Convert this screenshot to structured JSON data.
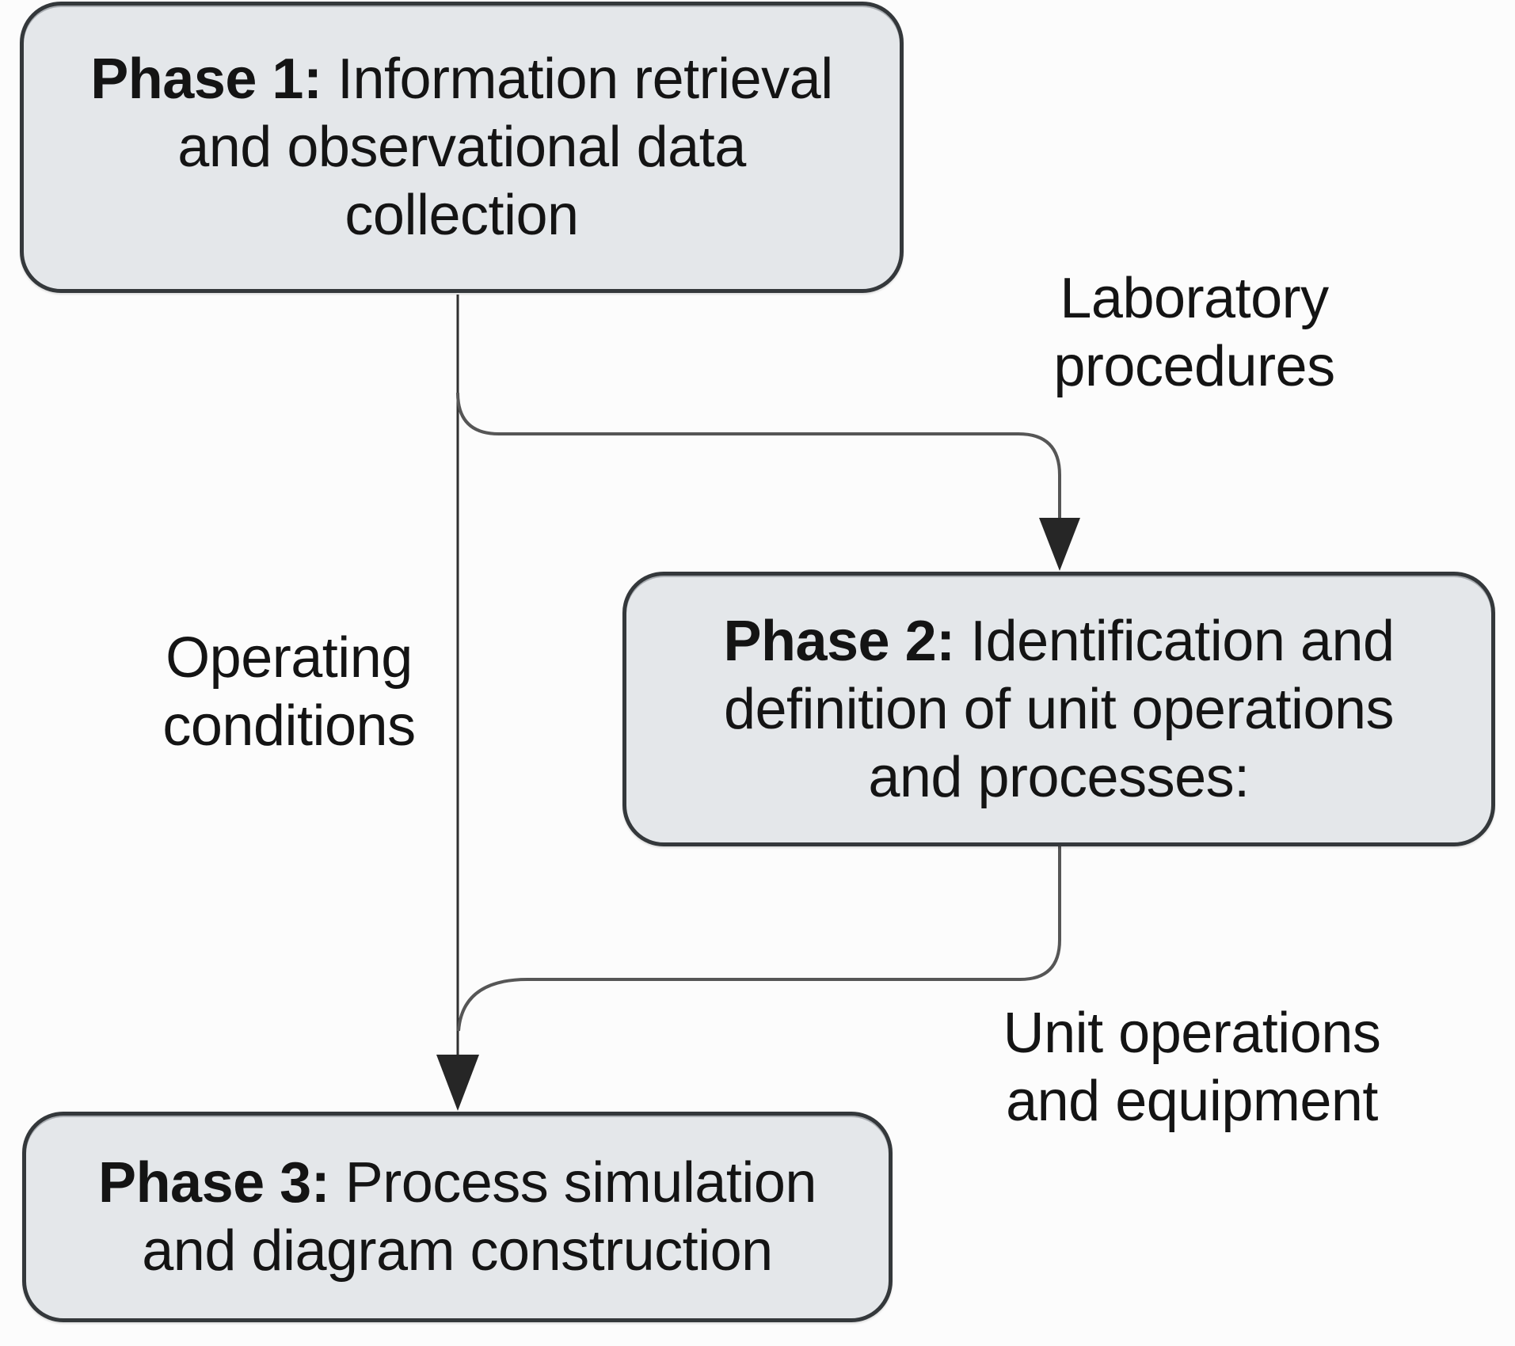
{
  "colors": {
    "background": "#fcfcfc",
    "node_fill": "#e4e7ea",
    "node_border": "#34383b",
    "connector": "#565656",
    "trunk": "#303030",
    "arrow": "#262626",
    "text": "#141414"
  },
  "nodes": {
    "phase1": {
      "prefix": "Phase 1:",
      "line1_rest": " Information retrieval",
      "line2": "and observational data",
      "line3": "collection",
      "full_text": "Phase 1: Information retrieval and observational data collection"
    },
    "phase2": {
      "prefix": "Phase 2:",
      "line1_rest": " Identification and",
      "line2": "definition of unit operations",
      "line3": "and processes:",
      "full_text": "Phase 2: Identification and definition of unit operations and processes:"
    },
    "phase3": {
      "prefix": "Phase 3:",
      "line1_rest": " Process simulation",
      "line2": "and diagram construction",
      "full_text": "Phase 3: Process simulation and diagram construction"
    }
  },
  "labels": {
    "laboratory": {
      "line1": "Laboratory",
      "line2": "procedures",
      "full_text": "Laboratory procedures"
    },
    "operating": {
      "line1": "Operating",
      "line2": "conditions",
      "full_text": "Operating conditions"
    },
    "unit": {
      "line1": "Unit operations",
      "line2": "and equipment",
      "full_text": "Unit operations and equipment"
    }
  }
}
